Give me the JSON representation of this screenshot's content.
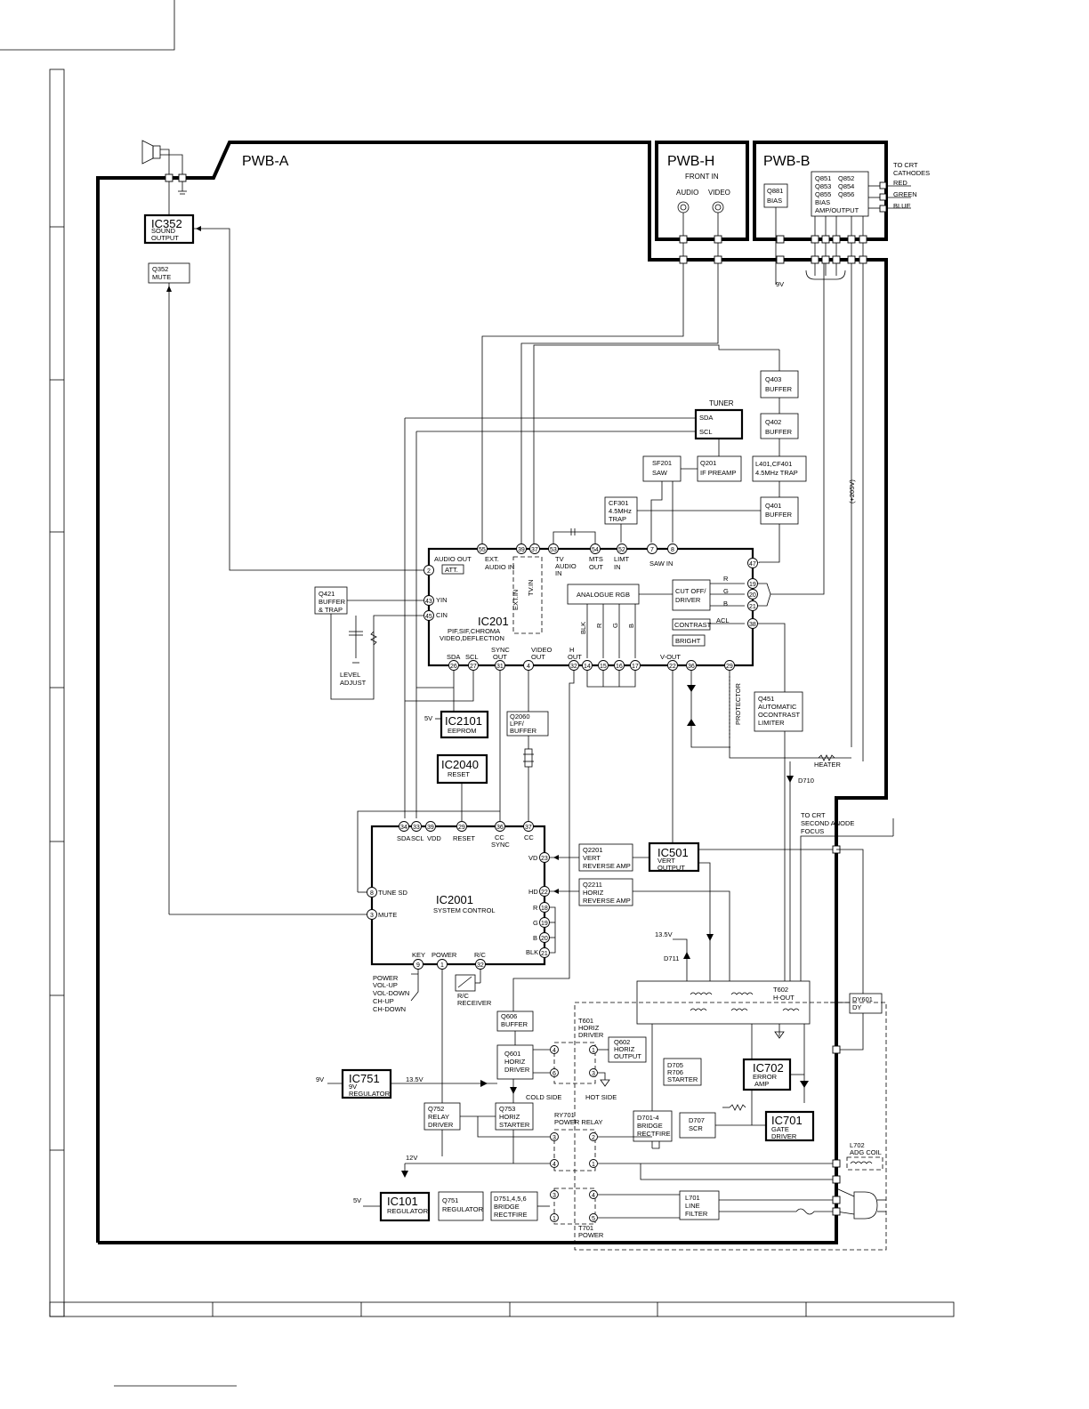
{
  "boards": {
    "pwb_a": "PWB-A",
    "pwb_h": "PWB-H",
    "pwb_b": "PWB-B"
  },
  "front_in": {
    "title": "FRONT IN",
    "audio": "AUDIO",
    "video": "VIDEO"
  },
  "pwbb": {
    "q881": "Q881",
    "bias": "BIAS",
    "q851": "Q851",
    "q852": "Q852",
    "q853": "Q853",
    "q854": "Q854",
    "q855": "Q855",
    "q856": "Q856",
    "bias2": "BIAS",
    "ampout": "AMP/OUTPUT",
    "to_crt": "TO CRT",
    "cathodes": "CATHODES",
    "red": "RED",
    "green": "GREEN",
    "blue": "BLUE",
    "v9": "9V"
  },
  "sound": {
    "ic352": "IC352",
    "sound": "SOUND",
    "output": "OUTPUT",
    "q352": "Q352",
    "mute": "MUTE"
  },
  "tuner": {
    "title": "TUNER",
    "sda": "SDA",
    "scl": "SCL",
    "sf201": "SF201",
    "saw": "SAW",
    "q201": "Q201",
    "if_preamp": "IF PREAMP",
    "cf301": "CF301",
    "mhz": "4.5MHz",
    "trap": "TRAP"
  },
  "buffers": {
    "q403": "Q403",
    "q402": "Q402",
    "buffer": "BUFFER",
    "l401": "L401,CF401",
    "mhz_trap": "4.5MHz TRAP",
    "q401": "Q401",
    "v205": "(+205V)"
  },
  "ic201": {
    "name": "IC201",
    "desc1": "PIF,SIF,CHROMA",
    "desc2": "VIDEO,DEFLECTION",
    "audio_out": "AUDIO OUT",
    "ext": "EXT.",
    "audio_in": "AUDIO IN",
    "att": "ATT.",
    "tv": "TV",
    "audio": "AUDIO",
    "in": "IN",
    "mts": "MTS",
    "out": "OUT",
    "limt": "LIMT",
    "in2": "IN",
    "saw_in": "SAW IN",
    "ext_in": "EXT.IN",
    "tv_in": "TV.IN",
    "analogue_rgb": "ANALOGUE RGB",
    "cutoff": "CUT OFF/",
    "driver": "DRIVER",
    "contrast": "CONTRAST",
    "bright": "BRIGHT",
    "acl": "ACL",
    "r": "R",
    "g": "G",
    "b": "B",
    "blk": "BLK",
    "yin": "YIN",
    "cin": "CIN",
    "sda": "SDA",
    "scl": "SCL",
    "sync": "SYNC",
    "out2": "OUT",
    "video": "VIDEO",
    "out3": "OUT",
    "h": "H",
    "out4": "OUT",
    "vout": "V-OUT"
  },
  "ic201_pins": {
    "p55": "55",
    "p39": "39",
    "p37": "37",
    "p53": "53",
    "p54": "54",
    "p52": "52",
    "p7": "7",
    "p8": "8",
    "p2": "2",
    "p43": "43",
    "p45": "45",
    "p47": "47",
    "p19": "19",
    "p20": "20",
    "p21": "21",
    "p38": "38",
    "p26": "26",
    "p27": "27",
    "p31": "31",
    "p4": "4",
    "p32": "32",
    "p14": "14",
    "p15": "15",
    "p16": "16",
    "p17": "17",
    "p22": "22",
    "p36": "36",
    "p29": "29"
  },
  "misc": {
    "q421": "Q421",
    "buffer_trap1": "BUFFER",
    "buffer_trap2": "& TRAP",
    "level": "LEVEL",
    "adjust": "ADJUST",
    "protector": "PROTECTOR",
    "q451": "Q451",
    "automatic": "AUTOMATIC",
    "ocontrast": "OCONTRAST",
    "limiter": "LIMITER",
    "heater": "HEATER",
    "d710": "D710",
    "to_crt2": "TO CRT",
    "second_anode": "SECOND ANODE",
    "focus": "FOCUS"
  },
  "ic2101": {
    "name": "IC2101",
    "eeprom": "EEPROM",
    "v5": "5V"
  },
  "q2060": {
    "name": "Q2060",
    "lpf": "LPF/",
    "buffer": "BUFFER"
  },
  "ic2040": {
    "name": "IC2040",
    "reset": "RESET"
  },
  "ic2001": {
    "name": "IC2001",
    "desc": "SYSTEM CONTROL",
    "sda": "SDA",
    "scl": "SCL",
    "vdd": "VDD",
    "reset": "RESET",
    "cc": "CC",
    "sync": "SYNC",
    "cc2": "CC",
    "tune_sd": "TUNE SD",
    "mute": "MUTE",
    "vd": "VD",
    "hd": "HD",
    "r": "R",
    "g": "G",
    "b": "B",
    "blk": "BLK",
    "key": "KEY",
    "power": "POWER",
    "rc": "R/C",
    "keys1": "POWER",
    "keys2": "VOL-UP",
    "keys3": "VOL-DOWN",
    "keys4": "CH-UP",
    "keys5": "CH-DOWN",
    "rc_receiver1": "R/C",
    "rc_receiver2": "RECEIVER"
  },
  "ic2001_pins": {
    "p34": "34",
    "p33": "33",
    "p39": "39",
    "p29": "29",
    "p36": "36",
    "p37": "37",
    "p8": "8",
    "p3": "3",
    "p23": "23",
    "p22": "22",
    "p18": "18",
    "p19": "19",
    "p20": "20",
    "p21": "21",
    "p9": "9",
    "p1": "1",
    "p32": "32"
  },
  "vert": {
    "q2201": "Q2201",
    "vert": "VERT",
    "reverse_amp": "REVERSE AMP",
    "q2211": "Q2211",
    "horiz": "HORIZ",
    "reverse_amp2": "REVERSE AMP",
    "ic501": "IC501",
    "vert2": "VERT",
    "output": "OUTPUT"
  },
  "power": {
    "v135": "13.5V",
    "d711": "D711",
    "t602": "T602",
    "hout": "H-OUT",
    "dy601": "DY601",
    "dy": "DY",
    "q606": "Q606",
    "buffer": "BUFFER",
    "t601": "T601",
    "horiz": "HORIZ",
    "driver": "DRIVER",
    "q601": "Q601",
    "horiz2": "HORIZ",
    "driver2": "DRIVER",
    "q602": "Q602",
    "horiz3": "HORIZ",
    "output": "OUTPUT",
    "cold_side": "COLD SIDE",
    "hot_side": "HOT SIDE",
    "d705": "D705",
    "r706": "R706",
    "starter": "STARTER",
    "ic702": "IC702",
    "error": "ERROR",
    "amp": "AMP",
    "ic751": "IC751",
    "v9reg": "9V",
    "regulator": "REGULATOR",
    "v9": "9V",
    "v135b": "13.5V",
    "q752": "Q752",
    "relay": "RELAY",
    "driver3": "DRIVER",
    "q753": "Q753",
    "horiz4": "HORIZ",
    "starter2": "STARTER",
    "ry701": "RY701",
    "power_relay": "POWER RELAY",
    "d701": "D701-4",
    "bridge": "BRIDGE",
    "rectfire": "RECTFIRE",
    "d707": "D707",
    "scr": "SCR",
    "ic701": "IC701",
    "gate": "GATE",
    "driver4": "DRIVER",
    "l702": "L702",
    "adg_coil": "ADG COIL",
    "v12": "12V",
    "v5": "5V",
    "ic101": "IC101",
    "regulator2": "REGULATOR",
    "q751": "Q751",
    "regulator3": "REGULATOR",
    "d751": "D751,4,5,6",
    "bridge2": "BRIDGE",
    "rectfire2": "RECTFIRE",
    "l701": "L701",
    "line": "LINE",
    "filter": "FILTER",
    "t701": "T701",
    "power2": "POWER"
  },
  "power_pins": {
    "p4": "4",
    "p6": "6",
    "p1": "1",
    "p3": "3",
    "r3": "3",
    "r4": "4",
    "r2": "2",
    "r1": "1",
    "t3": "3",
    "t1": "1",
    "t4": "4",
    "t5": "5"
  }
}
